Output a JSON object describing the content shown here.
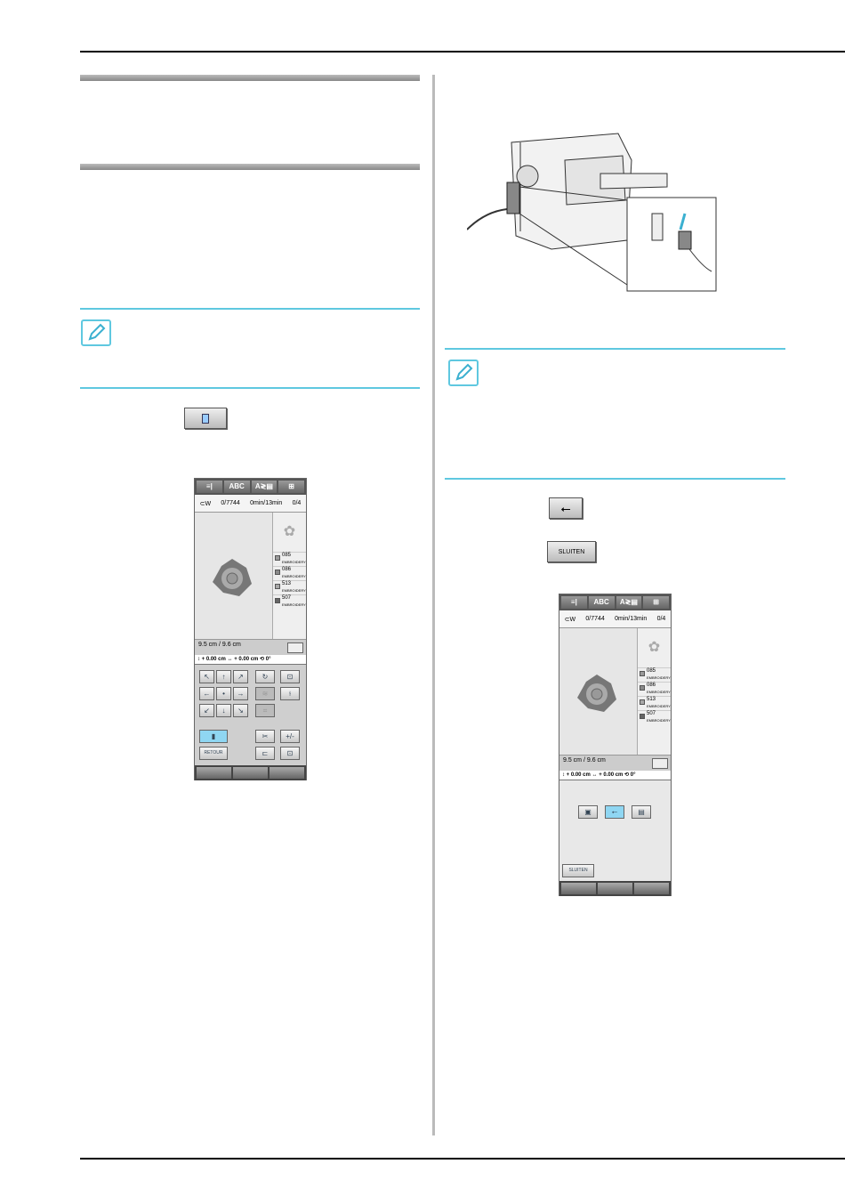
{
  "inline_buttons": {
    "embroider_icon": "embroider-start-icon",
    "usb_icon": "usb-icon",
    "sluiten": "SLUITEN"
  },
  "screen": {
    "tabs": [
      "≡|",
      "ABC",
      "A≷▤",
      "⊞"
    ],
    "stitch_count": "0",
    "stitch_total": "7744",
    "time_elapsed": "0min",
    "time_total": "13min",
    "color_current": "0",
    "color_total": "4",
    "colors": [
      {
        "code": "085",
        "name": "EMBROIDERY",
        "hex": "#9a9a9a"
      },
      {
        "code": "086",
        "name": "EMBROIDERY",
        "hex": "#8a8a8a"
      },
      {
        "code": "513",
        "name": "EMBROIDERY",
        "hex": "#a8a8a8"
      },
      {
        "code": "507",
        "name": "EMBROIDERY",
        "hex": "#666666"
      }
    ],
    "height": "9.5 cm",
    "width": "9.6 cm",
    "coord": "↕ + 0.00 cm ↔ + 0.00 cm ⟲ 0°",
    "retour": "RETOUR",
    "sluiten": "SLUITEN"
  }
}
